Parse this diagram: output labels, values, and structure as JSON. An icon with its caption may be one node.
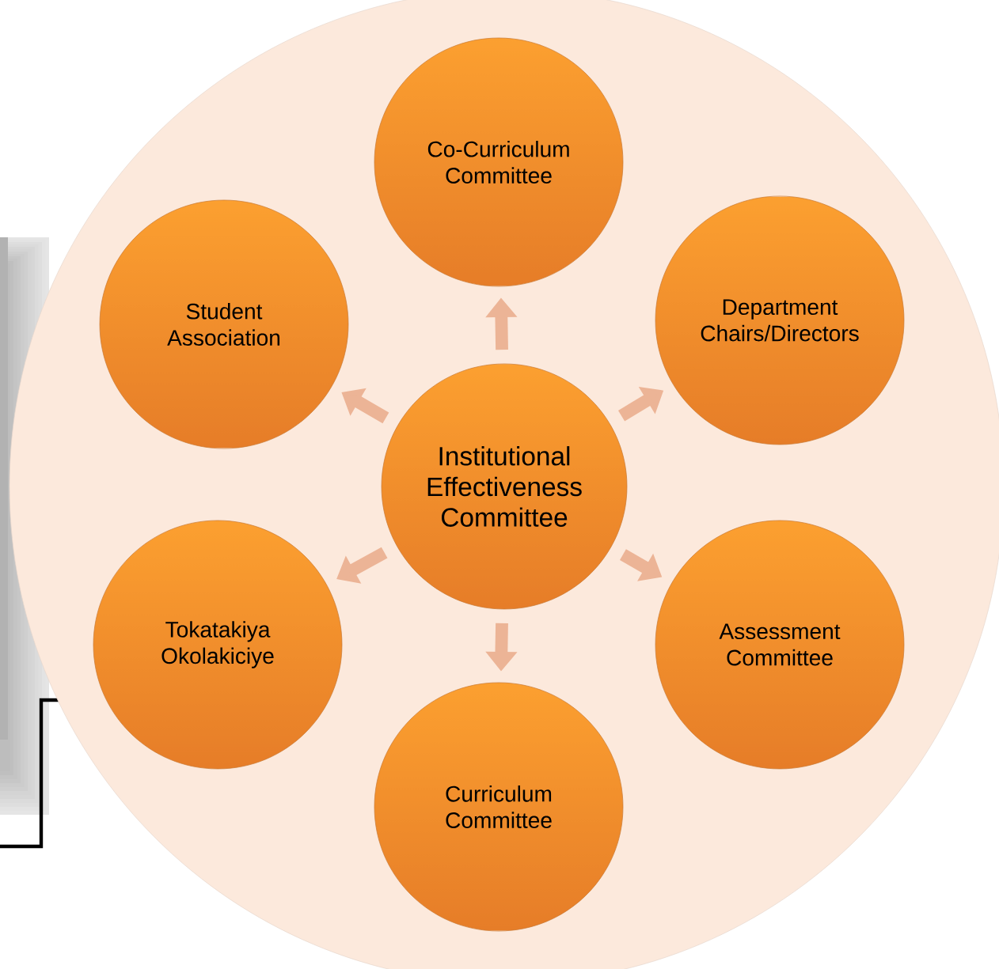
{
  "diagram": {
    "nodes": [
      {
        "text": [
          "Institutional Effectiveness Committee"
        ]
      },
      {
        "text": [
          "Co-Curriculum Committee"
        ]
      },
      {
        "text": [
          "Department Chairs/Directors"
        ]
      },
      {
        "text": [
          "Assessment Committee"
        ]
      },
      {
        "text": [
          "Curriculum Committee"
        ]
      },
      {
        "text": [
          "Tokatakiya Okolakiciye"
        ]
      },
      {
        "text": [
          "Student Association"
        ]
      }
    ],
    "edges": [
      {
        "from": 0,
        "to": 1,
        "arrow": "to"
      },
      {
        "from": 0,
        "to": 2,
        "arrow": "to"
      },
      {
        "from": 0,
        "to": 3,
        "arrow": "to"
      },
      {
        "from": 0,
        "to": 4,
        "arrow": "to"
      },
      {
        "from": 0,
        "to": 5,
        "arrow": "to"
      },
      {
        "from": 0,
        "to": 6,
        "arrow": "to"
      }
    ]
  }
}
